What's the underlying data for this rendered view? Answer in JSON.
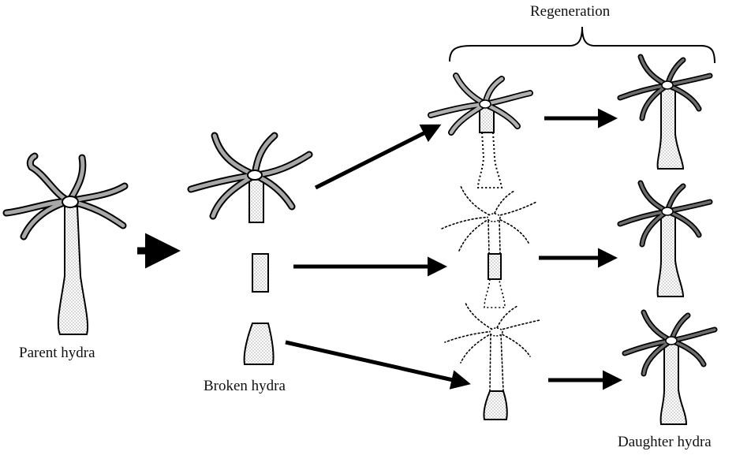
{
  "labels": {
    "parent": "Parent hydra",
    "broken": "Broken hydra",
    "regeneration": "Regeneration",
    "daughter": "Daughter hydra"
  }
}
